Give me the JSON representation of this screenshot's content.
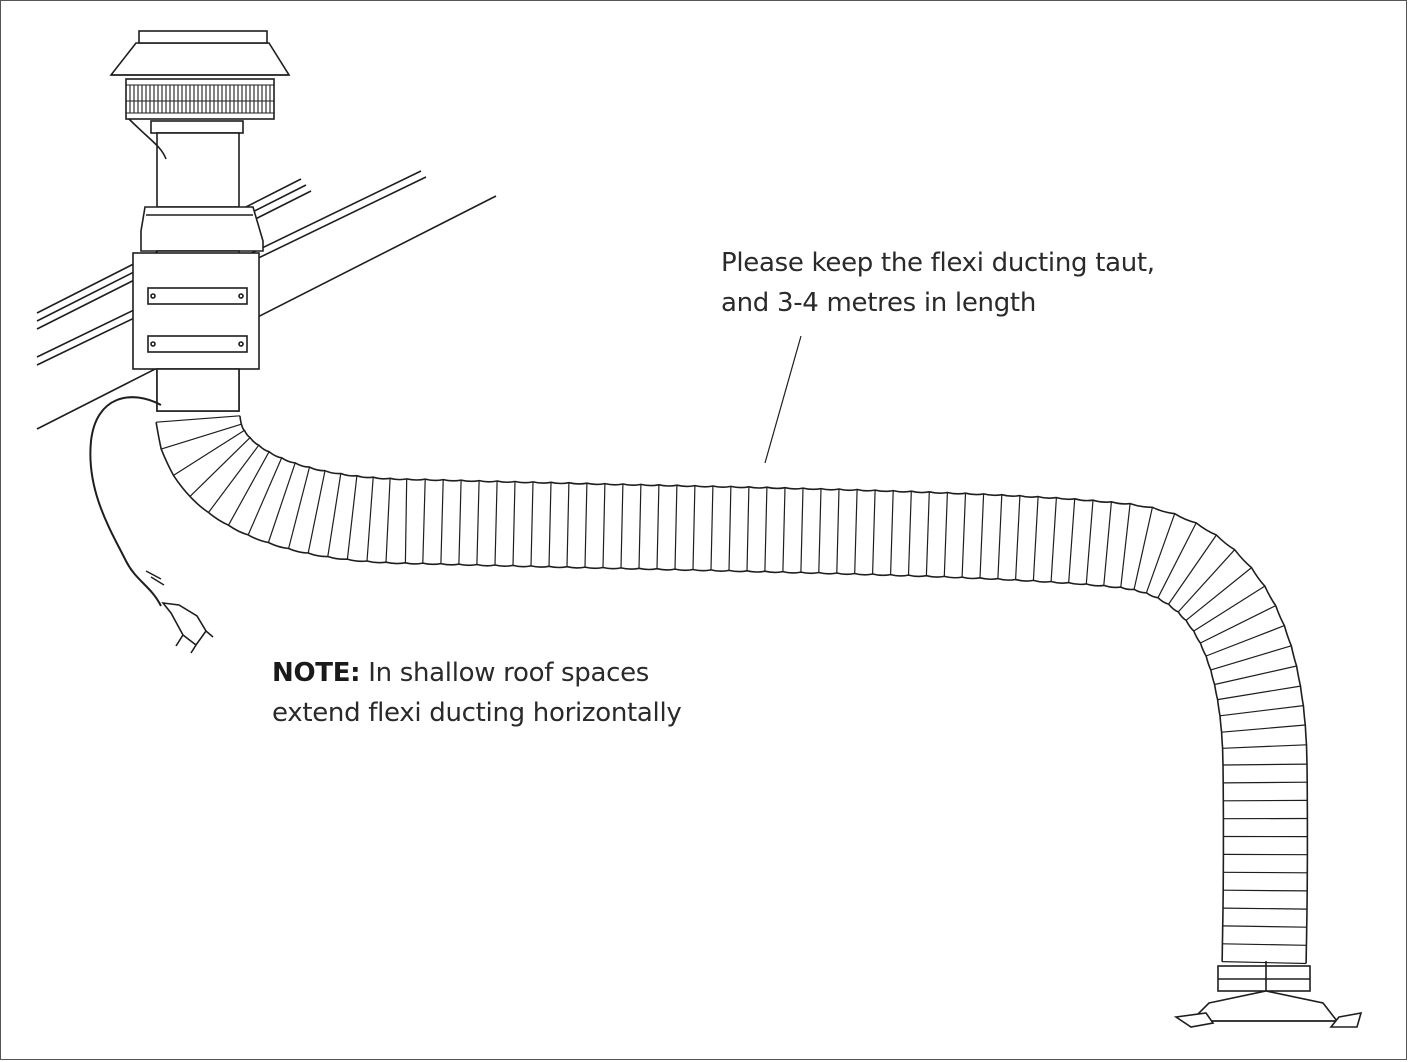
{
  "callouts": {
    "taut": {
      "line1": "Please keep the flexi ducting taut,",
      "line2": "and 3-4 metres in length"
    },
    "note": {
      "label": "NOTE:",
      "line1": "In shallow roof spaces",
      "line2": "extend flexi ducting horizontally"
    }
  },
  "colors": {
    "ink": "#1e1e1e",
    "paper": "#ffffff"
  }
}
